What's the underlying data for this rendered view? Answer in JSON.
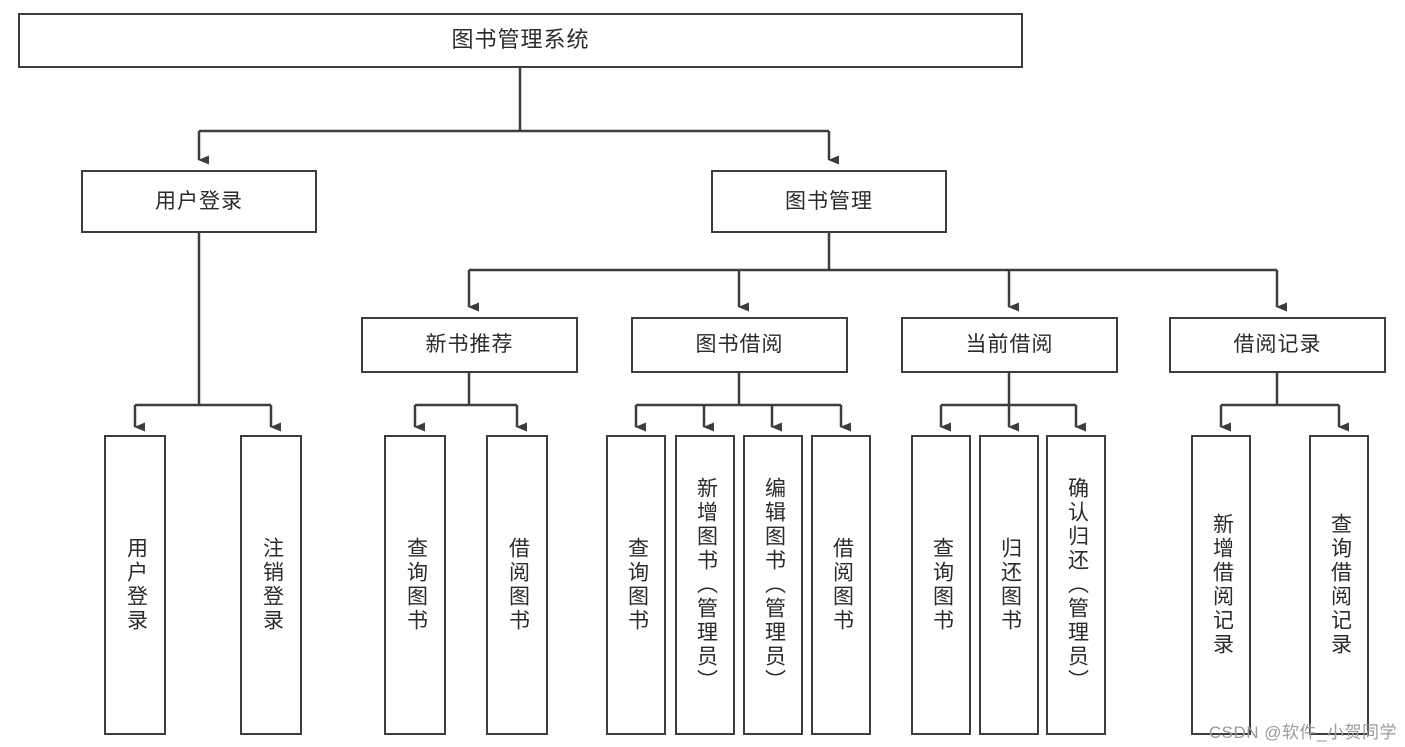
{
  "diagram": {
    "type": "tree",
    "title": "图书管理系统",
    "stroke_color": "#3d3d3d",
    "fill_color": "#ffffff",
    "text_color": "#2b2b2b",
    "nodes": {
      "root": {
        "label": "图书管理系统"
      },
      "level2": [
        {
          "label": "用户登录"
        },
        {
          "label": "图书管理"
        }
      ],
      "level3": [
        {
          "label": "新书推荐"
        },
        {
          "label": "图书借阅"
        },
        {
          "label": "当前借阅"
        },
        {
          "label": "借阅记录"
        }
      ],
      "leaves": {
        "user_login": [
          {
            "label": "用户登录"
          },
          {
            "label": "注销登录"
          }
        ],
        "new_book": [
          {
            "label": "查询图书"
          },
          {
            "label": "借阅图书"
          }
        ],
        "book_borrow": [
          {
            "label": "查询图书"
          },
          {
            "label": "新增图书（管理员）"
          },
          {
            "label": "编辑图书（管理员）"
          },
          {
            "label": "借阅图书"
          }
        ],
        "current_borrow": [
          {
            "label": "查询图书"
          },
          {
            "label": "归还图书"
          },
          {
            "label": "确认归还（管理员）"
          }
        ],
        "borrow_record": [
          {
            "label": "新增借阅记录"
          },
          {
            "label": "查询借阅记录"
          }
        ]
      }
    }
  },
  "watermark": {
    "text": "CSDN @软件_小贺同学"
  }
}
